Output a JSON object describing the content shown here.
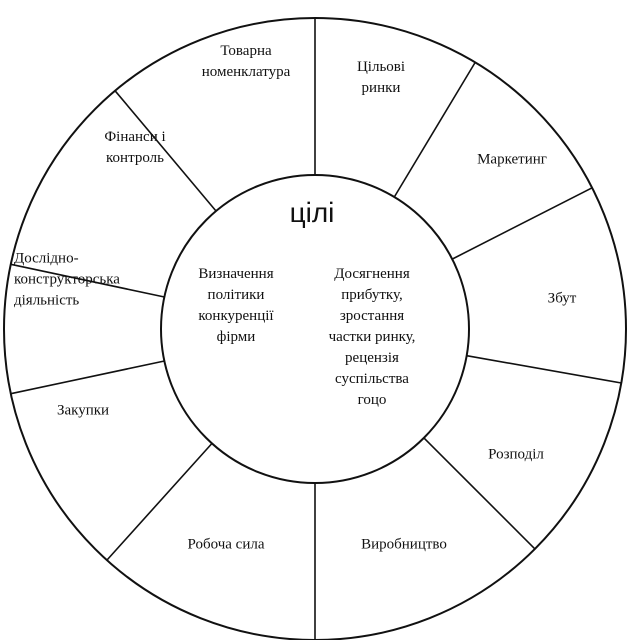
{
  "diagram": {
    "center_title": "цілі",
    "center_left": "Визначення\nполітики\nконкуренції\nфірми",
    "center_right": "Досягнення\nприбутку,\nзростання\nчастки ринку,\nрецензія\nсуспільства\nгоцо",
    "segments": [
      "Товарна\nноменклатура",
      "Цільові\nринки",
      "Маркетинг",
      "Збут",
      "Розподіл",
      "Виробництво",
      "Робоча сила",
      "Закупки",
      "Дослідно-\nконструкторська\nдіяльність",
      "Фінанси і\nконтроль"
    ]
  }
}
